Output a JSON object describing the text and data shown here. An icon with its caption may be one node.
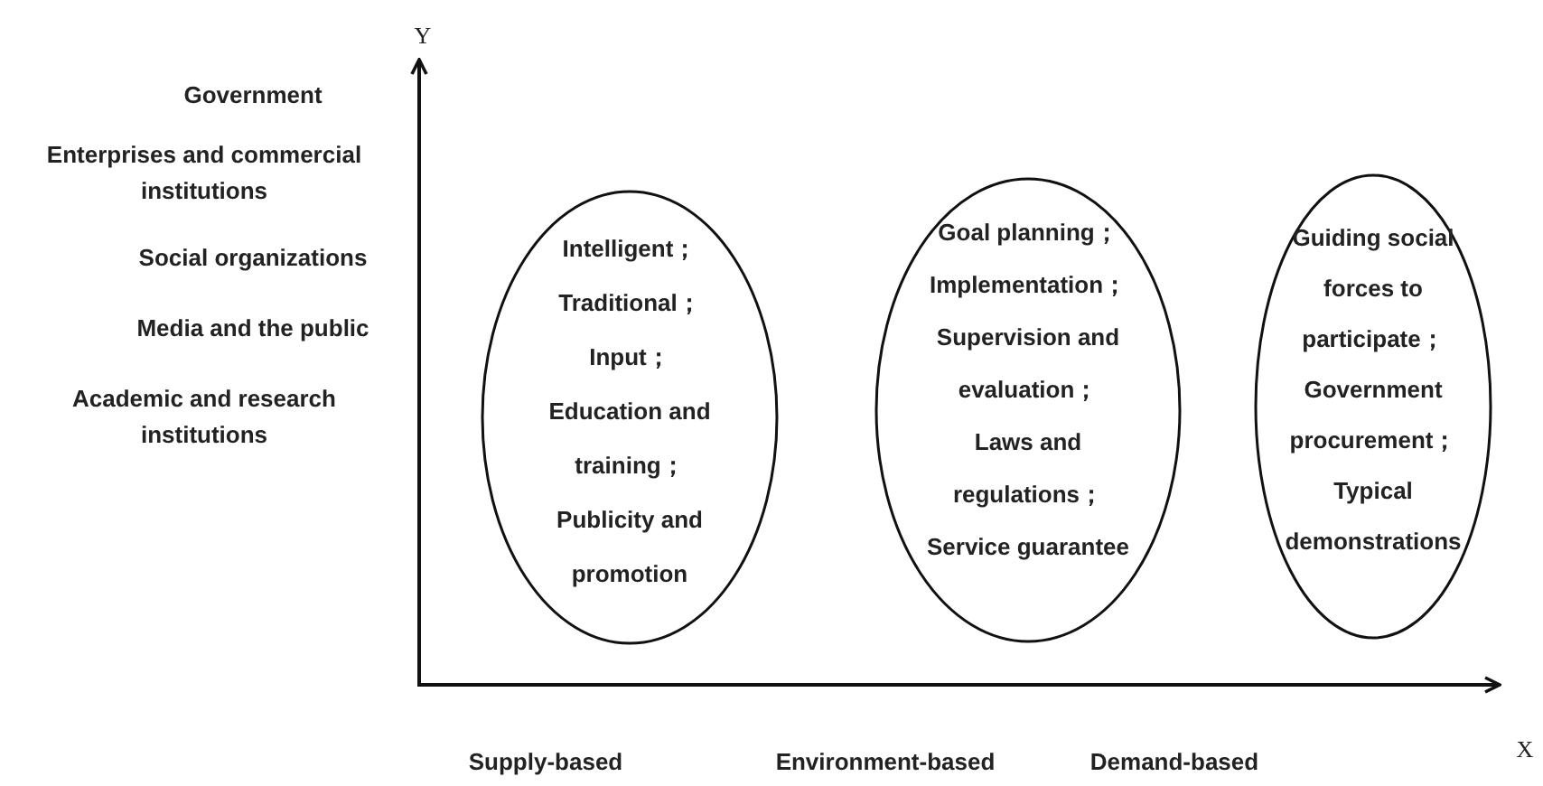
{
  "diagram": {
    "nodes": [
      {
        "text": [
          "Intelligent；",
          "Traditional；",
          "Input；",
          "Education and training；",
          "Publicity and promotion"
        ]
      },
      {
        "text": [
          "Goal planning；",
          "Implementation；",
          "Supervision and evaluation；",
          "Laws and regulations；",
          "Service guarantee"
        ]
      },
      {
        "text": [
          "Guiding social forces to participate；",
          "Government procurement；",
          "Typical demonstrations"
        ]
      }
    ],
    "labels": [
      "Y",
      "Government",
      "Enterprises and commercial institutions",
      "Social organizations",
      "Media and the public",
      "Academic and research institutions",
      "Supply-based",
      "Environment-based",
      "Demand-based",
      "X"
    ]
  }
}
